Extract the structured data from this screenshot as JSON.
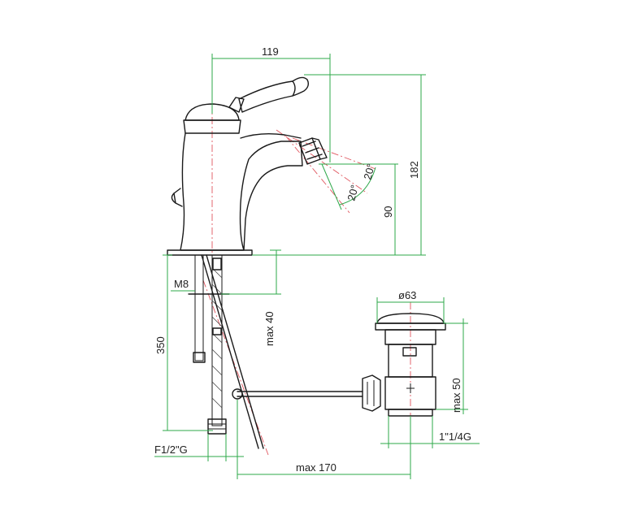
{
  "dimensions": {
    "width_top": "119",
    "height_total": "182",
    "spout_height": "90",
    "angle_left": "20°",
    "angle_right": "20°",
    "rod_thread": "M8",
    "hose_length": "350",
    "max_40": "max 40",
    "drain_diameter": "ø63",
    "max_50": "max 50",
    "inlet_thread": "F1/2\"G",
    "drain_thread": "1\"1/4G",
    "max_170": "max 170"
  },
  "colors": {
    "outline": "#1a1a1a",
    "dimension_lines": "#2ea84a",
    "center_lines": "#e0555e"
  }
}
